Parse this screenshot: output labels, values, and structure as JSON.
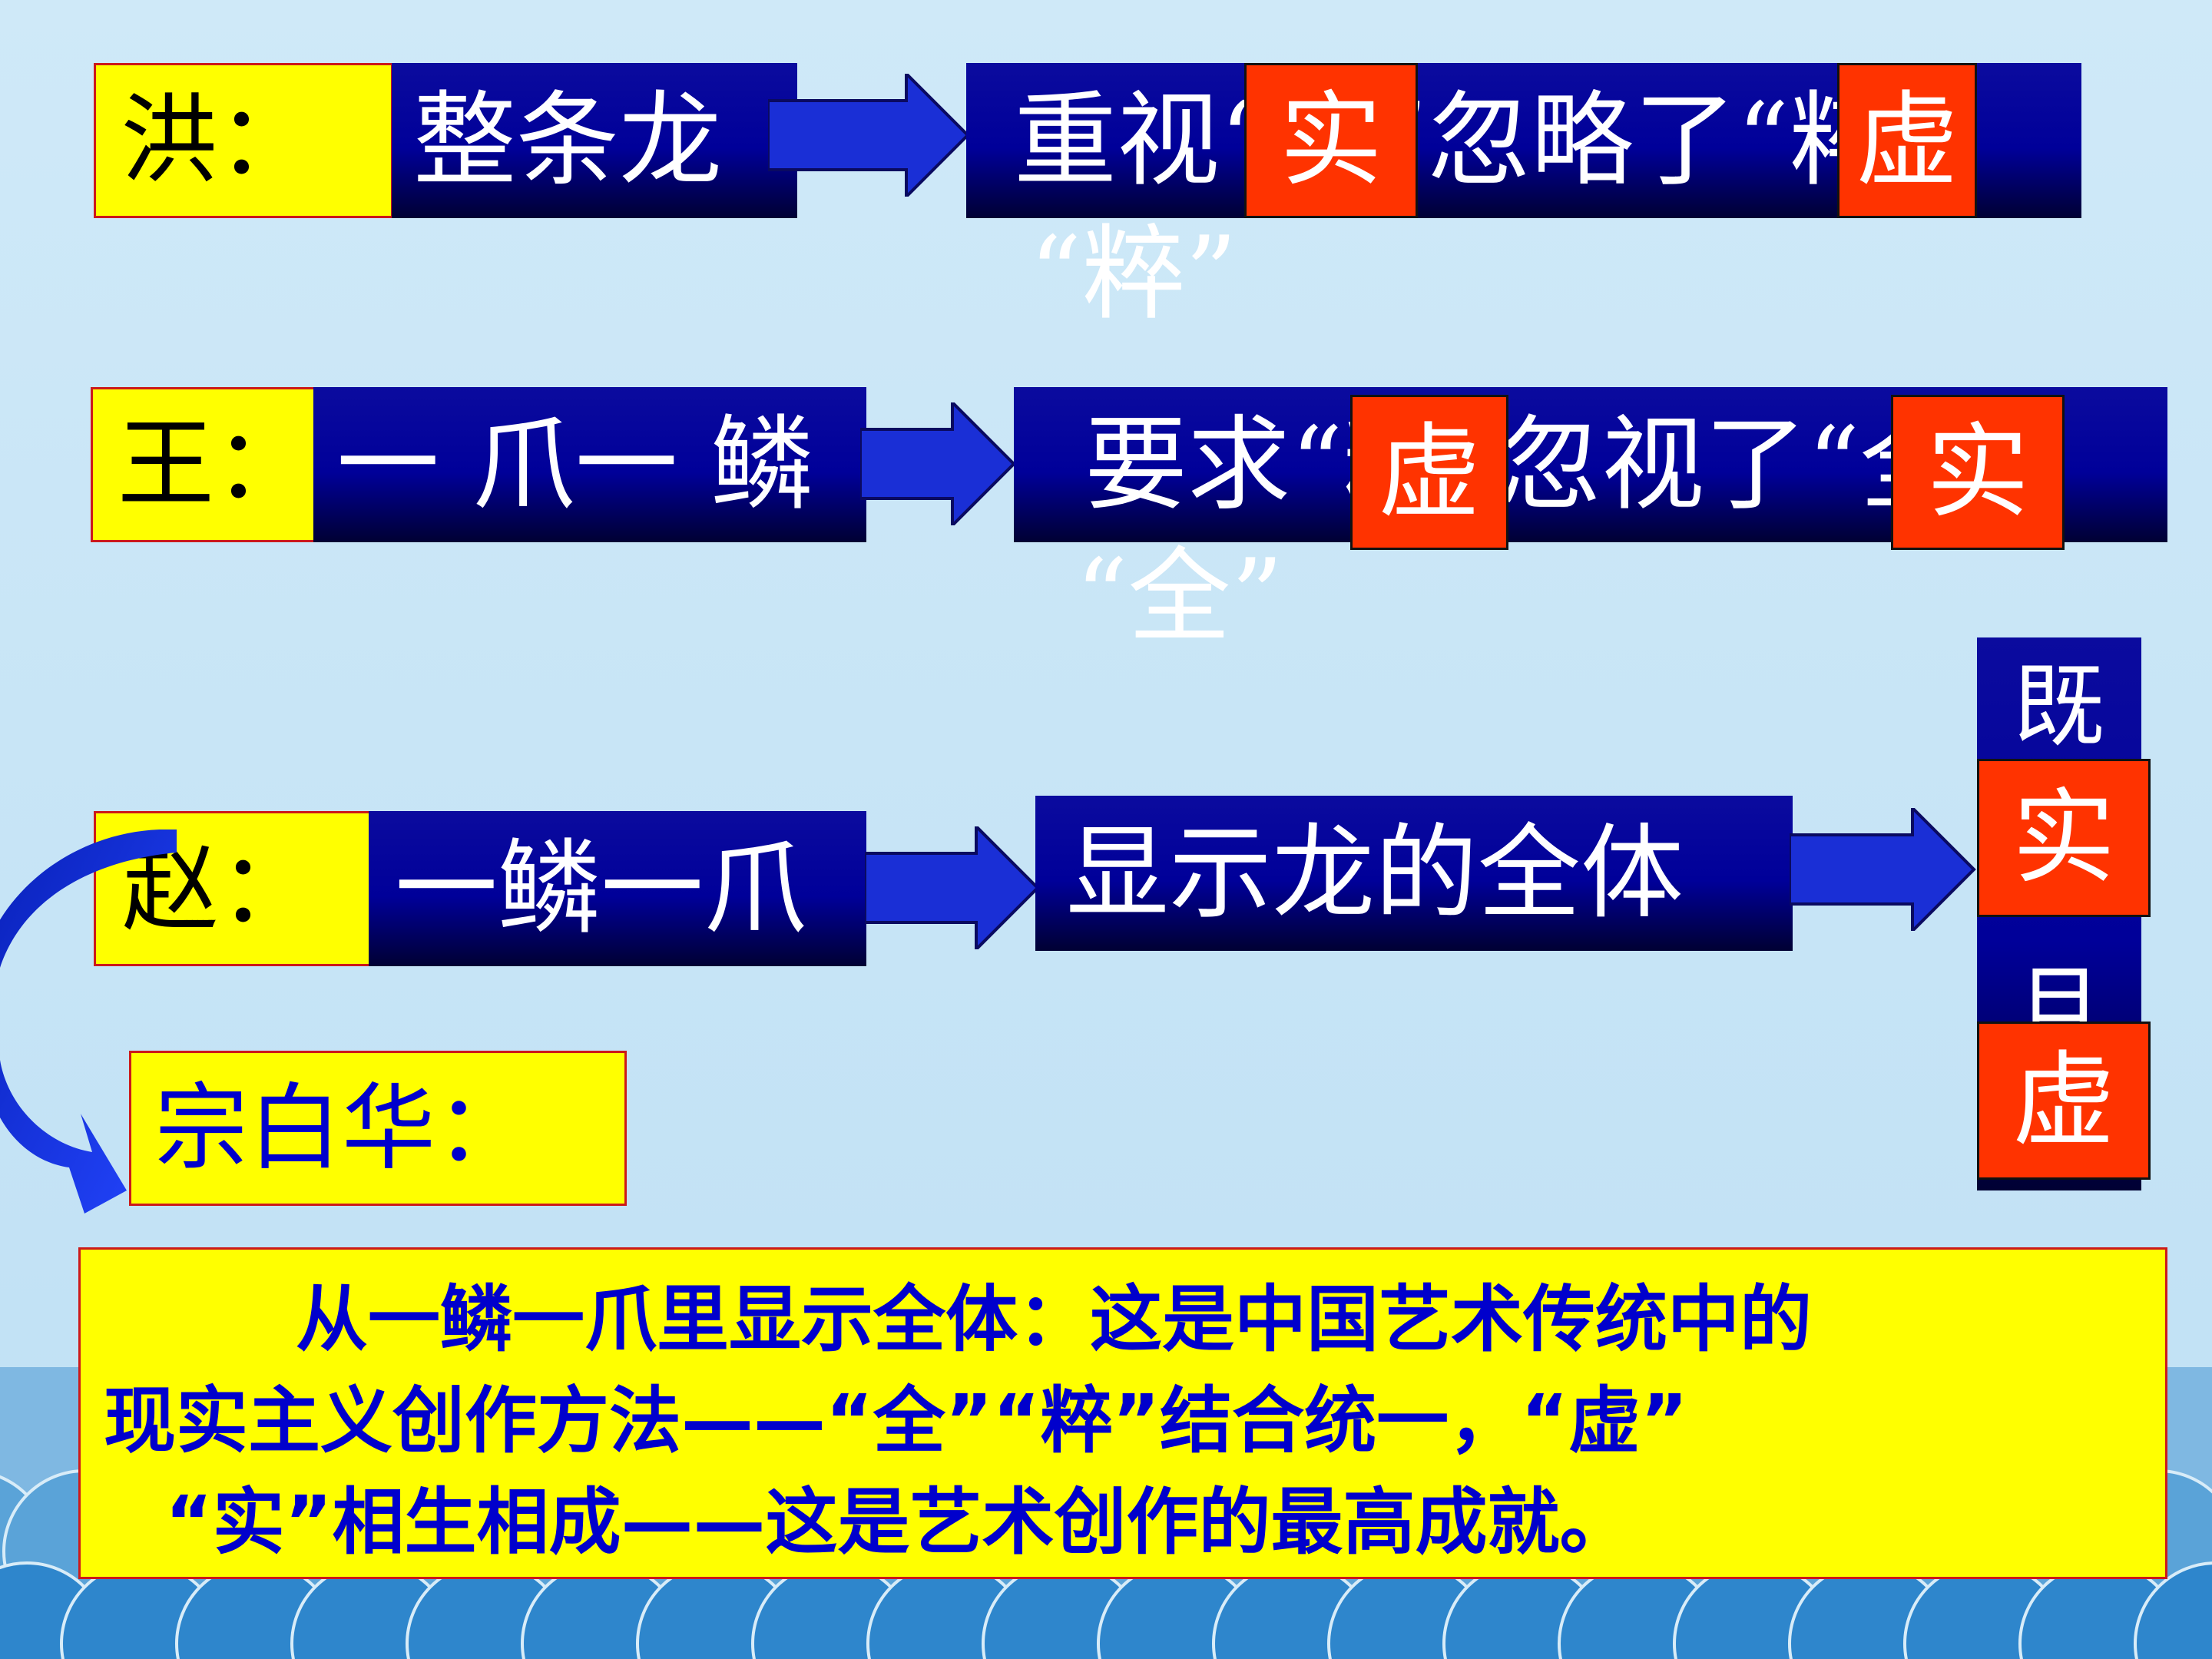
{
  "row1": {
    "tag": "洪：",
    "from": "整条龙",
    "to_text": "重视“全”忽略了“粹”",
    "badge_a": "实",
    "badge_b": "虚",
    "overflow": "“粹”"
  },
  "row2": {
    "tag": "王：",
    "from": "一 爪一 鳞",
    "to_text": "要求“粹”忽视了“全”",
    "badge_a": "虚",
    "badge_b": "实",
    "overflow": "“全”"
  },
  "row3": {
    "tag": "赵：",
    "from": "一鳞一爪",
    "to_text": "显示龙的全体",
    "vertical_top": "既",
    "vertical_mid": "且",
    "badge_a": "实",
    "badge_b": "虚"
  },
  "zong": {
    "label": "宗白华："
  },
  "summary": {
    "line1": "从一鳞一爪里显示全体：这是中国艺术传统中的",
    "line2": "现实主义创作方法——“全”“粹”结合统一，“虚”",
    "line3": "“实”相生相成——这是艺术创作的最高成就。"
  },
  "colors": {
    "background": "#c9e6f7",
    "wave": "#2e86cc",
    "navy_box": "#000099",
    "yellow": "#ffff00",
    "red_badge": "#ff3300",
    "arrow": "#1a2fd6",
    "summary_text": "#0000cc"
  }
}
